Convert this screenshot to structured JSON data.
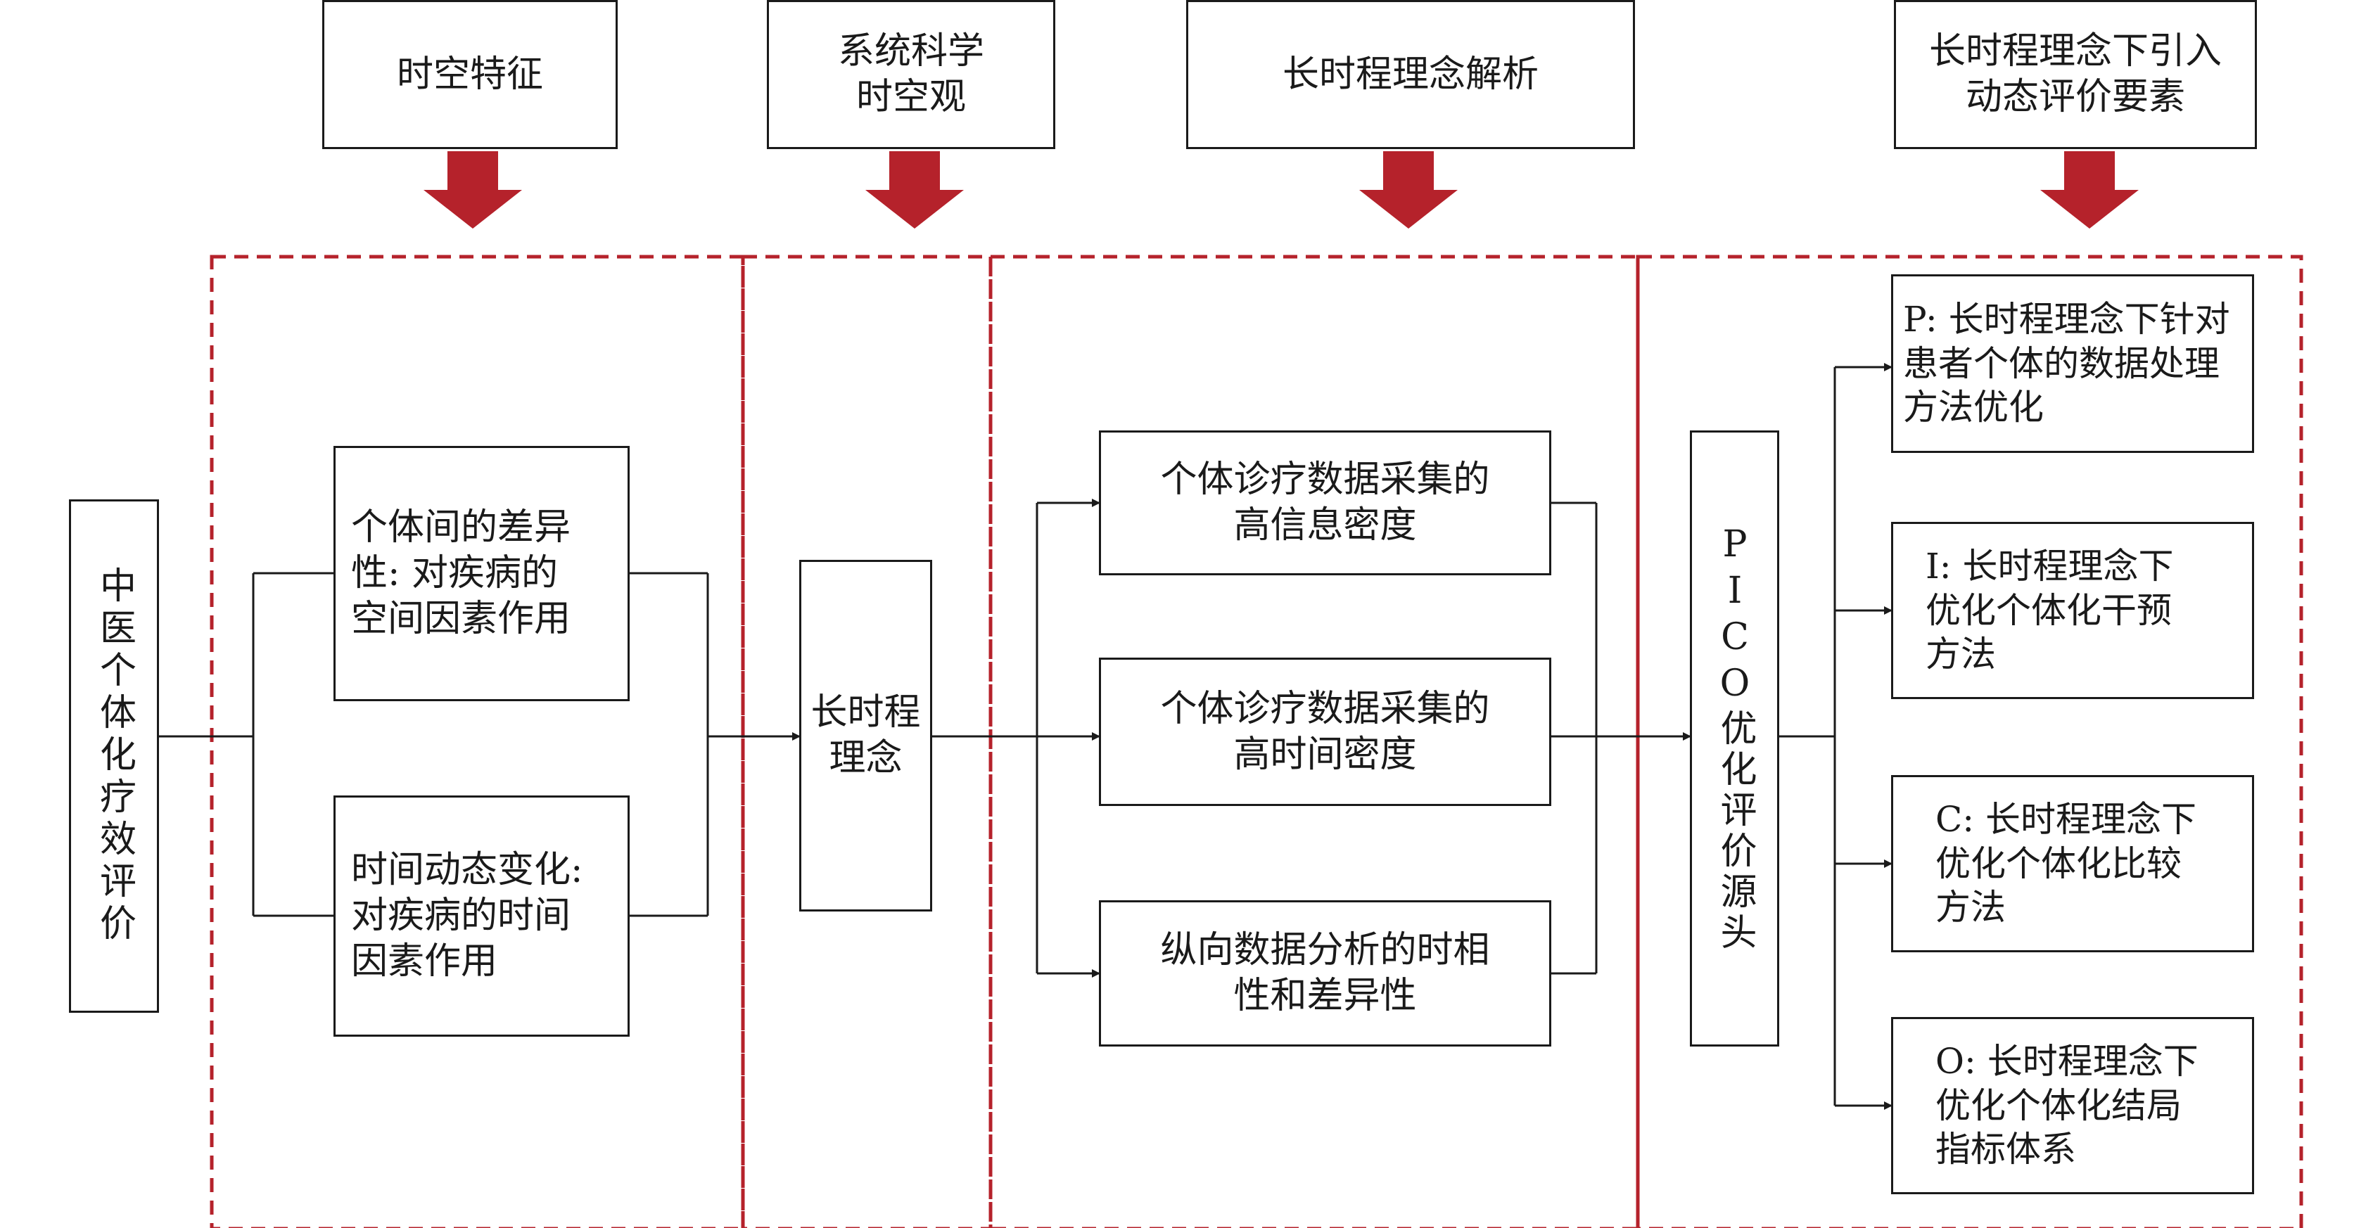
{
  "colors": {
    "accent": "#b5222b",
    "line": "#1a1a1a"
  },
  "top_labels": {
    "spatiotemporal_features": "时空特征",
    "systems_science": "系统科学\n时空观",
    "long_course_analysis": "长时程理念解析",
    "dynamic_evaluation": "长时程理念下引入\n动态评价要素"
  },
  "root": "中医个体化疗效评价",
  "differences": {
    "spatial": "个体间的差异\n性: 对疾病的\n空间因素作用",
    "temporal": "时间动态变化:\n对疾病的时间\n因素作用"
  },
  "concept": "长时程\n理念",
  "data_features": {
    "info_density": "个体诊疗数据采集的\n高信息密度",
    "time_density": "个体诊疗数据采集的\n高时间密度",
    "longitudinal": "纵向数据分析的时相\n性和差异性"
  },
  "pico_source": "PICO优化评价源头",
  "pico": {
    "p": "P: 长时程理念下针对\n患者个体的数据处理\n方法优化",
    "i": "I: 长时程理念下\n优化个体化干预\n方法",
    "c": "C: 长时程理念下\n优化个体化比较\n方法",
    "o": "O: 长时程理念下\n优化个体化结局\n指标体系"
  }
}
